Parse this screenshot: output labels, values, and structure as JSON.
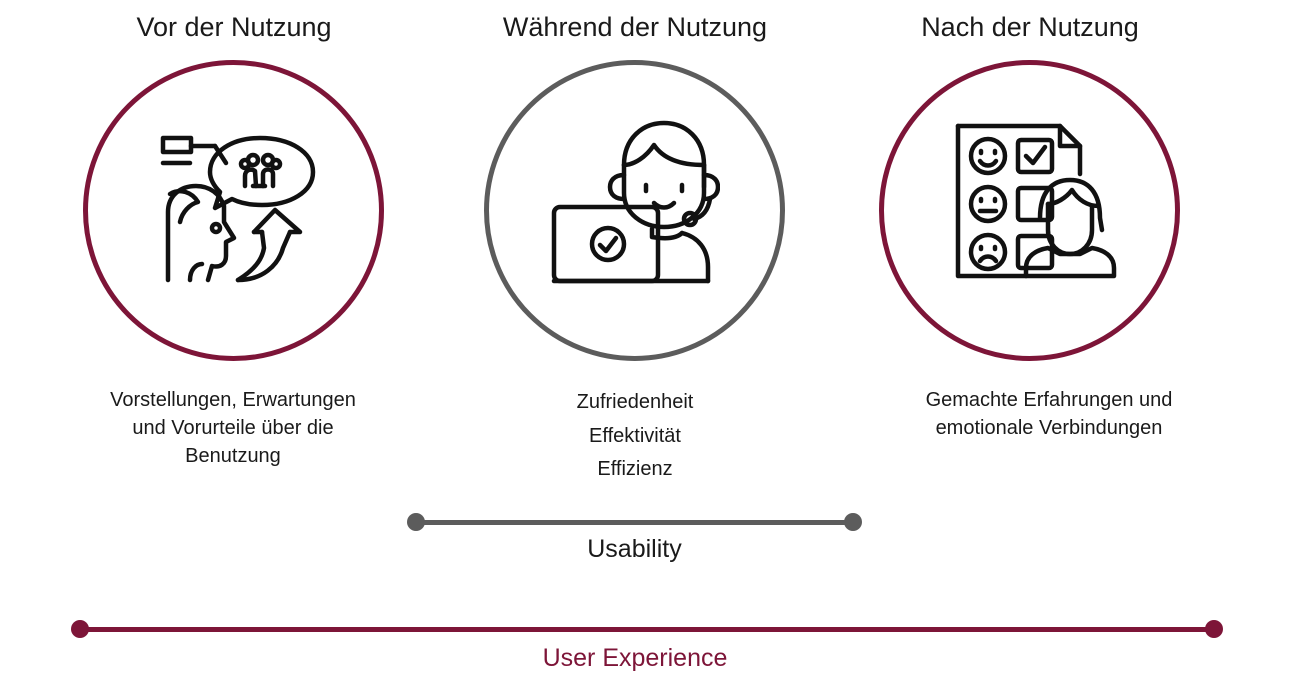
{
  "colors": {
    "accent": "#7d1538",
    "neutral": "#5c5c5c",
    "text": "#1a1a1a"
  },
  "phases": [
    {
      "title": "Vor der Nutzung",
      "icon": "user-thinking-arrow-icon",
      "description_lines": [
        "Vorstellungen, Erwartungen",
        "und Vorurteile über die",
        "Benutzung"
      ]
    },
    {
      "title": "Während der Nutzung",
      "icon": "person-laptop-checkmark-icon",
      "description_lines": [
        "Zufriedenheit",
        "Effektivität",
        "Effizienz"
      ]
    },
    {
      "title": "Nach der Nutzung",
      "icon": "feedback-form-smileys-icon",
      "description_lines": [
        "Gemachte Erfahrungen und",
        "emotionale Verbindungen"
      ]
    }
  ],
  "usability": {
    "label": "Usability"
  },
  "user_experience": {
    "label": "User Experience"
  }
}
